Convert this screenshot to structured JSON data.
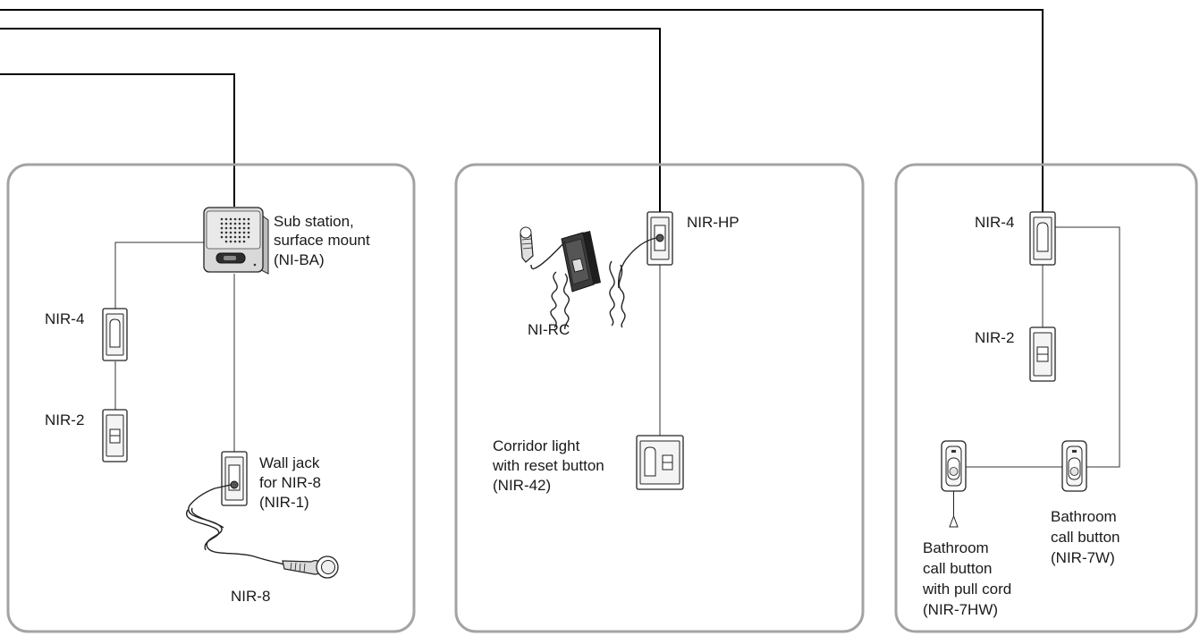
{
  "colors": {
    "panel_border": "#a3a3a3",
    "wire": "#000000",
    "device_fill": "#ffffff",
    "device_dark": "#2e2e2e"
  },
  "rooms": [
    {
      "devices": {
        "sub_station": {
          "icon": "sub-station-icon",
          "label_lines": [
            "Sub station,",
            "surface mount",
            "(NI-BA)"
          ]
        },
        "nir4": {
          "icon": "nir-4-switch-icon",
          "label": "NIR-4"
        },
        "nir2": {
          "icon": "nir-2-switch-icon",
          "label": "NIR-2"
        },
        "wall_jack": {
          "icon": "wall-jack-icon",
          "label_lines": [
            "Wall jack",
            "for NIR-8",
            "(NIR-1)"
          ]
        },
        "nir8": {
          "icon": "handset-icon",
          "label": "NIR-8"
        }
      }
    },
    {
      "devices": {
        "nir_hp": {
          "icon": "wall-jack-icon",
          "label": "NIR-HP"
        },
        "ni_rc": {
          "icon": "remote-controller-icon",
          "label": "NI-RC"
        },
        "corridor_light": {
          "icon": "corridor-light-icon",
          "label_lines": [
            "Corridor light",
            "with reset button",
            "(NIR-42)"
          ]
        }
      }
    },
    {
      "devices": {
        "nir4": {
          "icon": "nir-4-switch-icon",
          "label": "NIR-4"
        },
        "nir2": {
          "icon": "nir-2-switch-icon",
          "label": "NIR-2"
        },
        "bath_pull": {
          "icon": "pull-cord-button-icon",
          "label_lines": [
            "Bathroom",
            "call button",
            "with pull cord",
            "(NIR-7HW)"
          ]
        },
        "bath_call": {
          "icon": "call-button-icon",
          "label_lines": [
            "Bathroom",
            "call button",
            "(NIR-7W)"
          ]
        }
      }
    }
  ]
}
